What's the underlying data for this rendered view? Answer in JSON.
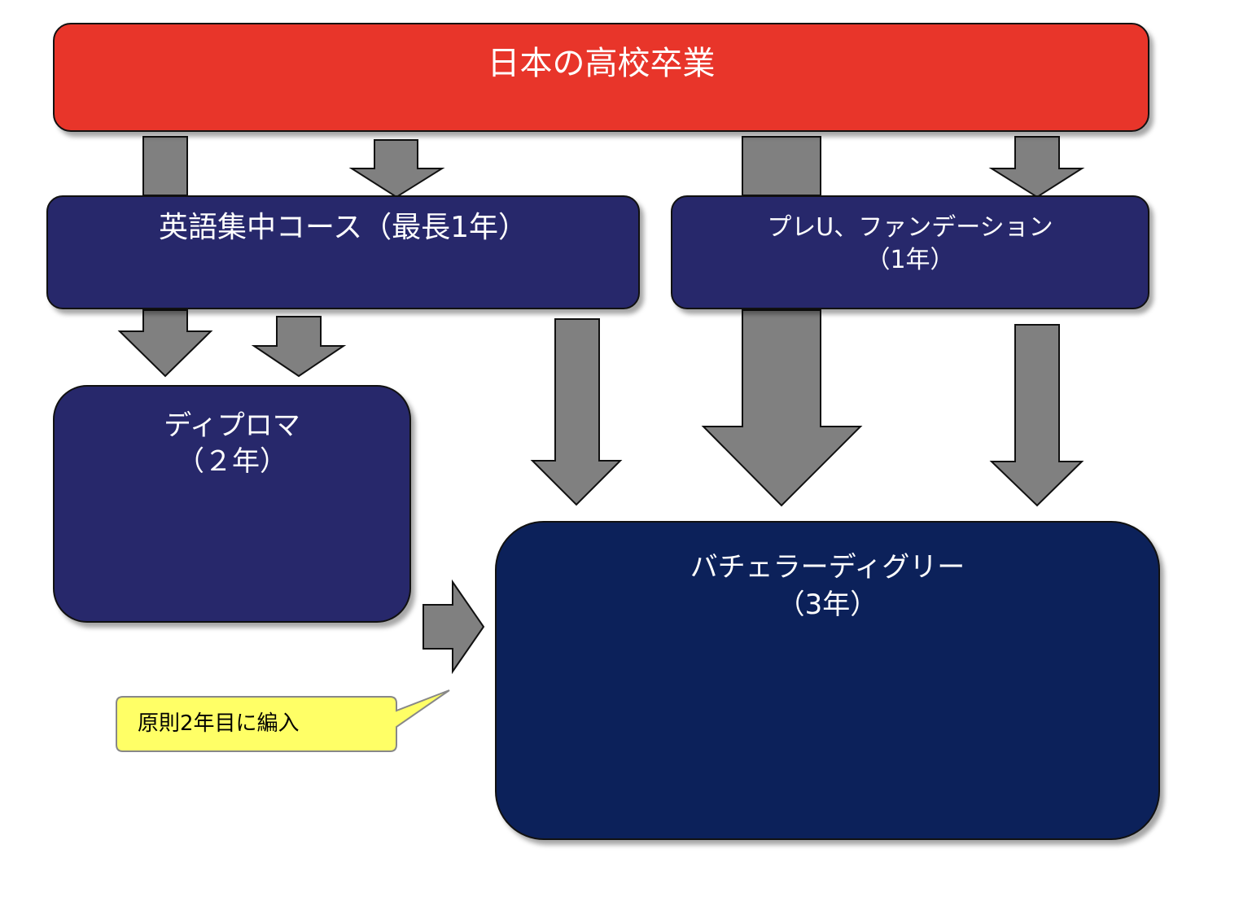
{
  "diagram": {
    "top": {
      "label": "日本の高校卒業"
    },
    "english_course": {
      "label": "英語集中コース（最長1年）"
    },
    "pre_university": {
      "line1": "プレU、ファンデーション",
      "line2": "（1年）"
    },
    "diploma": {
      "line1": "ディプロマ",
      "line2": "（２年）"
    },
    "bachelor": {
      "line1": "バチェラーディグリー",
      "line2": "（3年）"
    },
    "callout": {
      "label": "原則2年目に編入"
    }
  },
  "colors": {
    "top_box": "#e8352a",
    "course_box": "#27286b",
    "bachelor_box": "#0c215a",
    "arrow": "#808080",
    "callout": "#ffff66"
  }
}
